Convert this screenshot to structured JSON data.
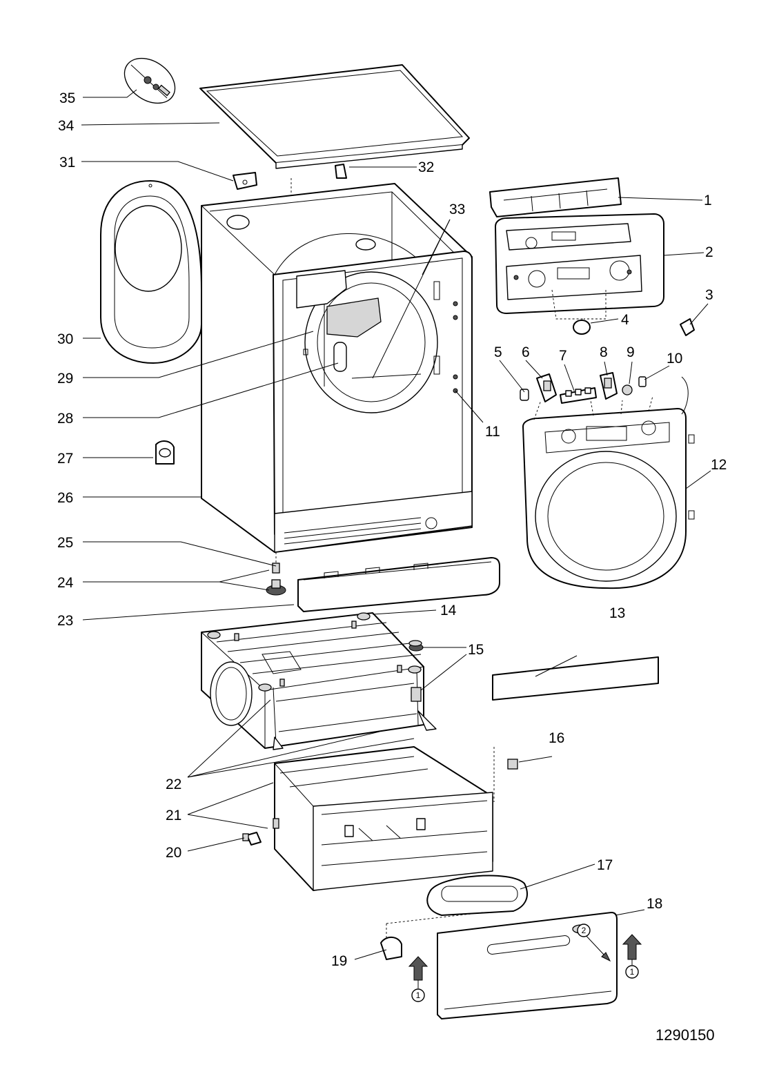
{
  "drawing_code": "1290150",
  "callouts": [
    "1",
    "2",
    "3",
    "4",
    "5",
    "6",
    "7",
    "8",
    "9",
    "10",
    "11",
    "12",
    "13",
    "14",
    "15",
    "16",
    "17",
    "18",
    "19",
    "20",
    "21",
    "22",
    "23",
    "24",
    "25",
    "26",
    "27",
    "28",
    "29",
    "30",
    "31",
    "32",
    "33",
    "34",
    "35"
  ],
  "markers": {
    "arrow_left": "1",
    "arrow_right": "1",
    "badge": "2"
  },
  "colors": {
    "line": "#000000",
    "background": "#ffffff"
  }
}
